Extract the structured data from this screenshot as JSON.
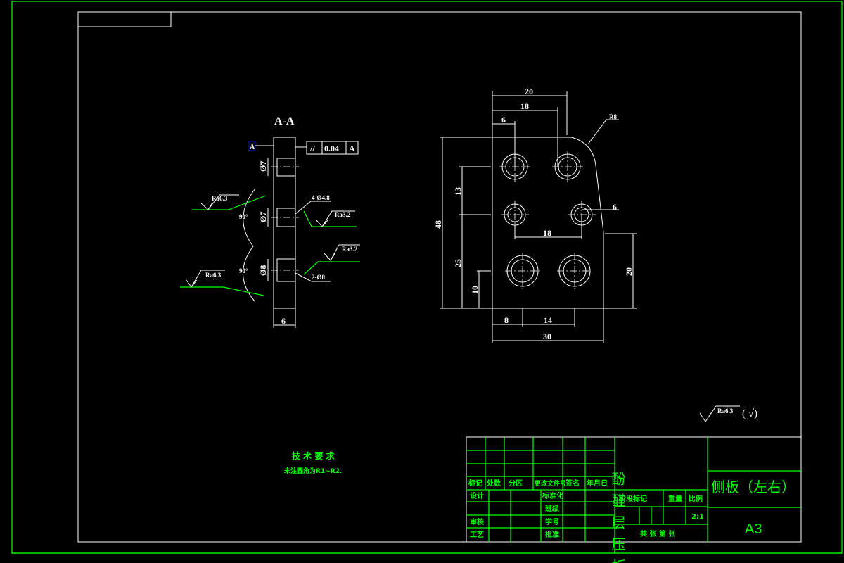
{
  "colors": {
    "background": "#000000",
    "geometry": "#ffffff",
    "annotation": "#00ff00",
    "datum_box": "#0000ff"
  },
  "section_view": {
    "title": "A-A",
    "datum": "A",
    "tolerance": {
      "symbol": "//",
      "value": "0.04",
      "datum": "A"
    },
    "dims": {
      "d1": "Ø7",
      "d2": "Ø7",
      "d3": "Ø8",
      "thickness": "6",
      "angle1": "90°",
      "angle2": "90°"
    },
    "callouts": {
      "holes1": "4-Ø4.8",
      "holes2": "2-Ø8"
    },
    "roughness": {
      "r1": "Ra6.3",
      "r2": "Ra3.2",
      "r3": "Ra3.2",
      "r4": "Ra6.3"
    }
  },
  "front_view": {
    "dims": {
      "top20": "20",
      "top18": "18",
      "top6": "6",
      "h48": "48",
      "v13": "13",
      "v25": "25",
      "v10": "10",
      "r20": "20",
      "mid18": "18",
      "right6": "6",
      "b8": "8",
      "b14": "14",
      "b30": "30",
      "radius": "R8"
    }
  },
  "general_roughness": {
    "value": "Ra6.3",
    "rest": "( √)"
  },
  "tech_requirements": {
    "title": "技 术 要 求",
    "line1": "未注圆角为R1~R2."
  },
  "title_block": {
    "headers": [
      "标记",
      "处数",
      "分区",
      "更改文件号",
      "签名",
      "年月日"
    ],
    "rows": {
      "design": "设计",
      "standard": "标准化",
      "class": "班级",
      "review": "审核",
      "student_no": "学号",
      "process": "工艺",
      "approve": "批准"
    },
    "stage": "阶段标记",
    "weight": "重量",
    "scale_label": "比例",
    "scale": "2:1",
    "sheets": "共  张  第  张",
    "material": "酚醛层压板",
    "part_name": "侧板（左右）",
    "drawing_no": "A3"
  }
}
